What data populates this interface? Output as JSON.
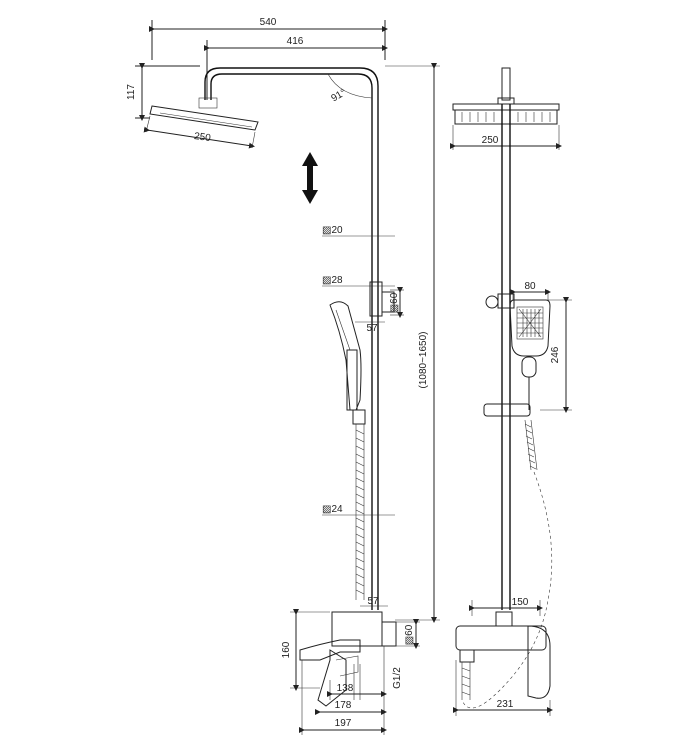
{
  "diagram": {
    "dimensions": {
      "overall_width": "540",
      "arm_reach": "416",
      "head_height": "117",
      "head_width_side": "250",
      "arm_angle": "91°",
      "tube_upper": "▨20",
      "tube_holder": "▨28",
      "holder_square": "▨60",
      "holder_offset": "57",
      "height_range": "(1080~1650)",
      "tube_lower": "▨24",
      "mixer_offset": "57",
      "mixer_square": "▨60",
      "mixer_height": "160",
      "thread": "G1/2",
      "spout_138": "138",
      "spout_178": "178",
      "spout_197": "197",
      "head_width_front": "250",
      "hand_width": "80",
      "hand_length": "246",
      "inlet_spacing": "150",
      "mixer_width": "231"
    }
  }
}
